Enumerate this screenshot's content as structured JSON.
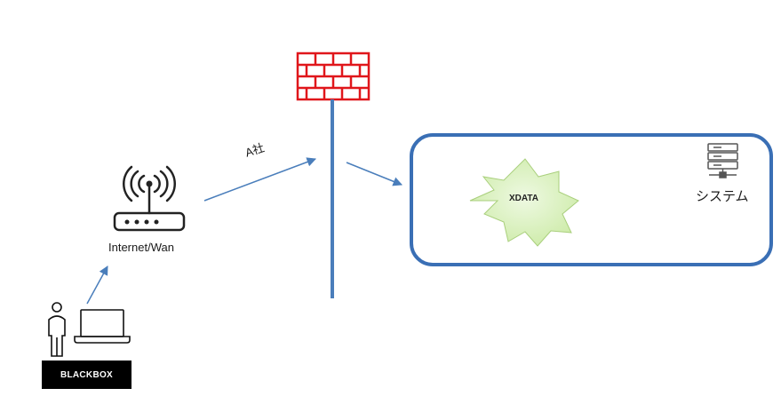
{
  "labels": {
    "router": "Internet/Wan",
    "link": "A社",
    "blackbox": "BLACKBOX",
    "burst": "XDATA",
    "system": "システム"
  },
  "icons": {
    "router": "wifi-router-icon",
    "firewall": "firewall-brick-icon",
    "server": "server-rack-icon",
    "user": "person-icon",
    "laptop": "laptop-icon"
  },
  "colors": {
    "connector": "#4a7ebb",
    "zone_border": "#3a6fb5",
    "firewall": "#e0161b",
    "burst_fill": "#d9f2bd",
    "burst_stroke": "#a9cf7c"
  }
}
